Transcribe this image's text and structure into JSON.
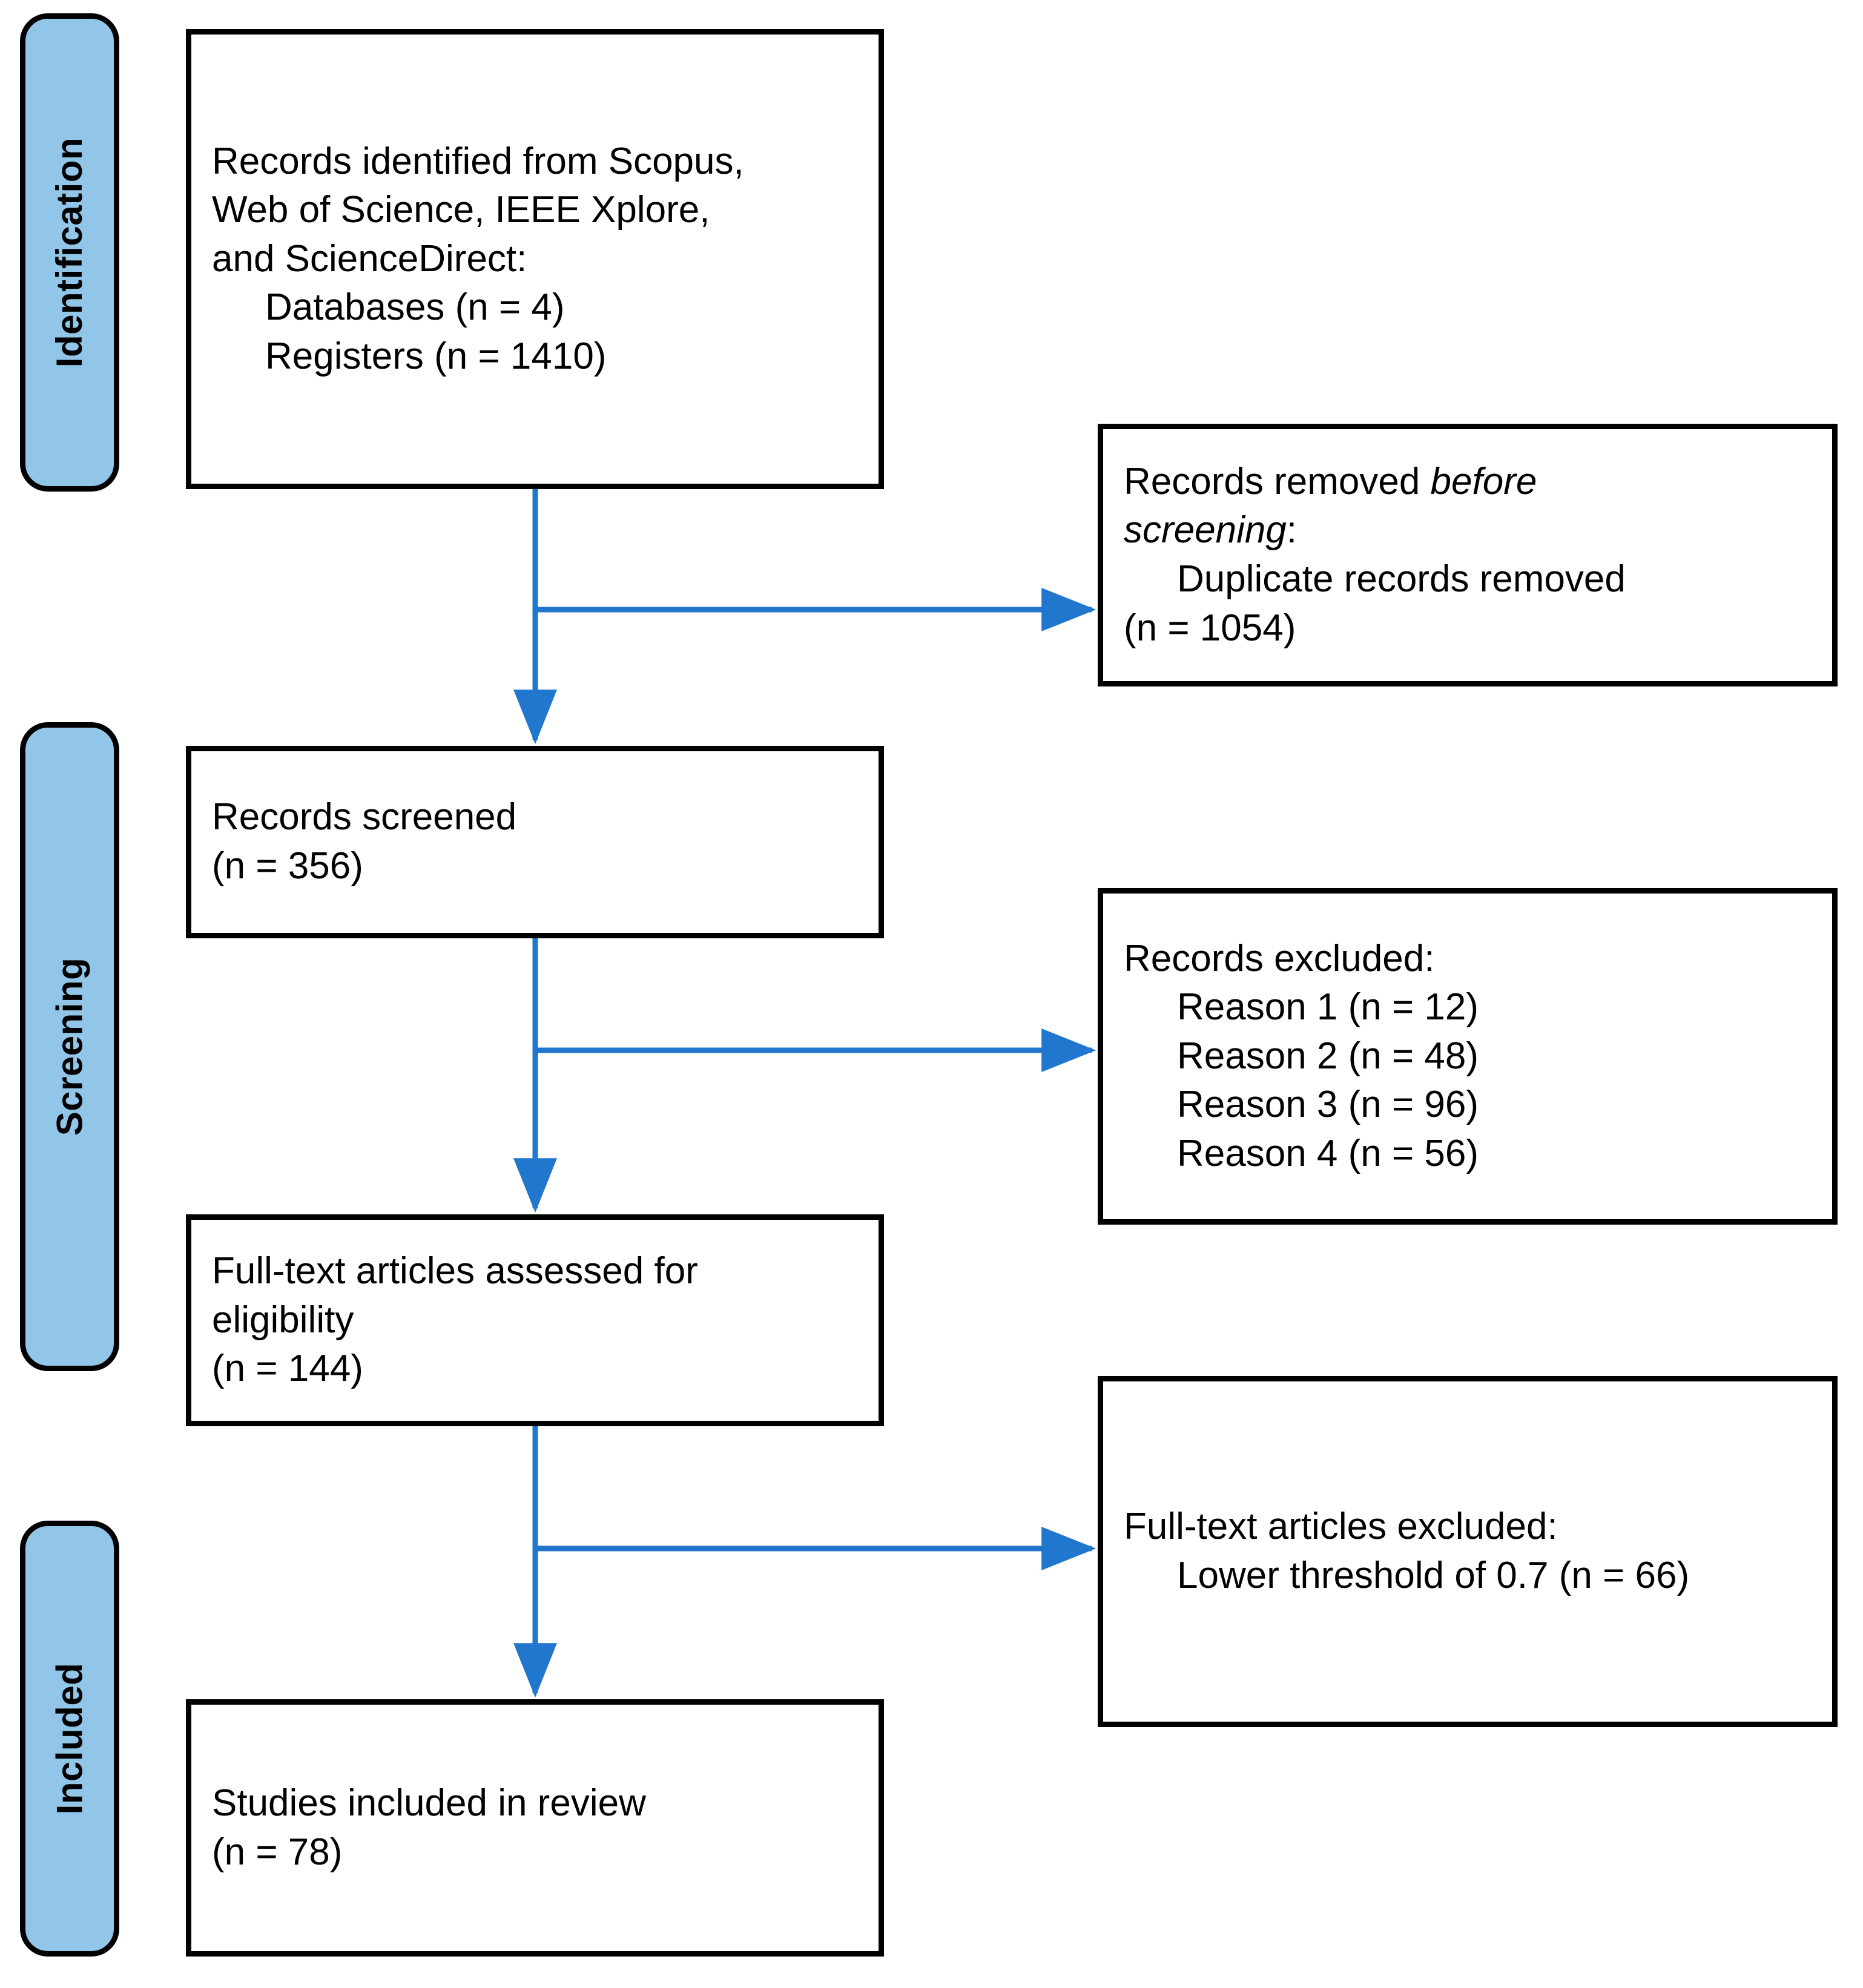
{
  "diagram": {
    "title": "PRISMA flow diagram",
    "accent_blue": "#2176ce",
    "pill_fill": "#92c6e8",
    "box_border": "#000000",
    "background": "#ffffff"
  },
  "phases": [
    {
      "id": "identification",
      "label": "Identification"
    },
    {
      "id": "screening",
      "label": "Screening"
    },
    {
      "id": "included",
      "label": "Included"
    }
  ],
  "boxes": {
    "records_identified": {
      "lines": [
        "Records identified from Scopus,",
        "Web of Science, IEEE Xplore,",
        "and ScienceDirect:",
        "Databases (n = 4)",
        "Registers (n = 1410)"
      ]
    },
    "records_removed": {
      "line1_a": "Records removed ",
      "line1_b": "before",
      "line2_b": "screening",
      "line2_a": ":",
      "line3": "Duplicate records removed",
      "line4": "(n = 1054)"
    },
    "records_screened": {
      "lines": [
        "Records screened",
        "(n = 356)"
      ]
    },
    "records_excluded": {
      "lines": [
        "Records excluded:",
        "Reason 1 (n = 12)",
        "Reason 2 (n = 48)",
        "Reason 3 (n = 96)",
        "Reason 4 (n = 56)"
      ]
    },
    "fulltext_assessed": {
      "lines": [
        "Full-text articles assessed for",
        "eligibility",
        "(n = 144)"
      ]
    },
    "fulltext_excluded": {
      "lines": [
        "Full-text articles excluded:",
        "Lower threshold of 0.7 (n = 66)"
      ]
    },
    "studies_included": {
      "lines": [
        "Studies included in review",
        "(n = 78)"
      ]
    }
  },
  "chart_data": {
    "type": "diagram",
    "title": "PRISMA 2020 flow diagram for new systematic reviews",
    "nodes": [
      {
        "id": "records_identified",
        "phase": "Identification",
        "label": "Records identified from Scopus, Web of Science, IEEE Xplore, and ScienceDirect",
        "databases": 4,
        "registers": 1410
      },
      {
        "id": "records_removed",
        "phase": "Identification",
        "label": "Records removed before screening: Duplicate records removed",
        "n": 1054
      },
      {
        "id": "records_screened",
        "phase": "Screening",
        "label": "Records screened",
        "n": 356
      },
      {
        "id": "records_excluded",
        "phase": "Screening",
        "label": "Records excluded",
        "reasons": [
          {
            "label": "Reason 1",
            "n": 12
          },
          {
            "label": "Reason 2",
            "n": 48
          },
          {
            "label": "Reason 3",
            "n": 96
          },
          {
            "label": "Reason 4",
            "n": 56
          }
        ]
      },
      {
        "id": "fulltext_assessed",
        "phase": "Screening",
        "label": "Full-text articles assessed for eligibility",
        "n": 144
      },
      {
        "id": "fulltext_excluded",
        "phase": "Screening",
        "label": "Full-text articles excluded: Lower threshold of 0.7",
        "n": 66
      },
      {
        "id": "studies_included",
        "phase": "Included",
        "label": "Studies included in review",
        "n": 78
      }
    ],
    "edges": [
      {
        "from": "records_identified",
        "to": "records_screened",
        "direction": "down"
      },
      {
        "from": "records_identified",
        "to": "records_removed",
        "direction": "right"
      },
      {
        "from": "records_screened",
        "to": "fulltext_assessed",
        "direction": "down"
      },
      {
        "from": "records_screened",
        "to": "records_excluded",
        "direction": "right"
      },
      {
        "from": "fulltext_assessed",
        "to": "studies_included",
        "direction": "down"
      },
      {
        "from": "fulltext_assessed",
        "to": "fulltext_excluded",
        "direction": "right"
      }
    ]
  }
}
